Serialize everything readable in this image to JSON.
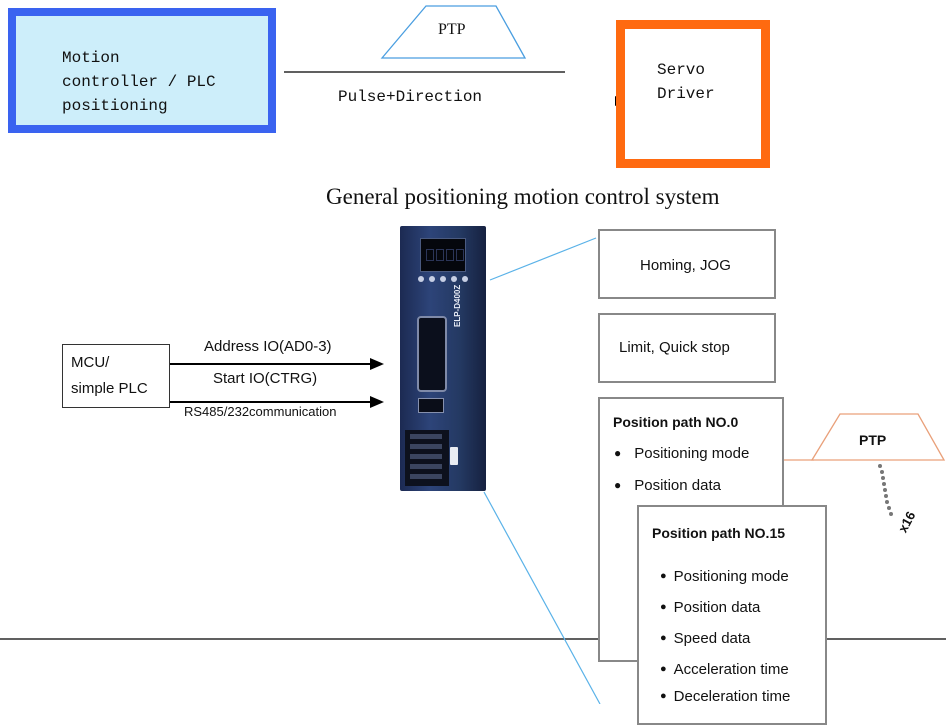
{
  "top": {
    "controller_text": "Motion\ncontroller / PLC\npositioning",
    "servo_text": "Servo\nDriver",
    "signal_label": "Pulse+Direction",
    "profile_label": "PTP",
    "caption": "General positioning motion control system",
    "colors": {
      "controller_fill": "#cdeefa",
      "controller_border": "#3a63f0",
      "servo_border": "#ff6a10"
    }
  },
  "drive": {
    "model": "ELP-D400Z"
  },
  "interface": {
    "mcu_text": "MCU/\nsimple PLC",
    "address_label": "Address IO(AD0-3)",
    "start_label": "Start IO(CTRG)",
    "comm_label": "RS485/232communication"
  },
  "panels": {
    "homing": "Homing, JOG",
    "limit": "Limit, Quick stop",
    "path0": {
      "title": "Position path NO.0",
      "items": [
        "Positioning mode",
        "Position data"
      ]
    },
    "path15": {
      "title": "Position path NO.15",
      "items": [
        "Positioning mode",
        "Position data",
        "Speed data",
        "Acceleration time",
        "Deceleration time"
      ]
    },
    "ptp_label": "PTP",
    "repeat_label": "x16"
  }
}
